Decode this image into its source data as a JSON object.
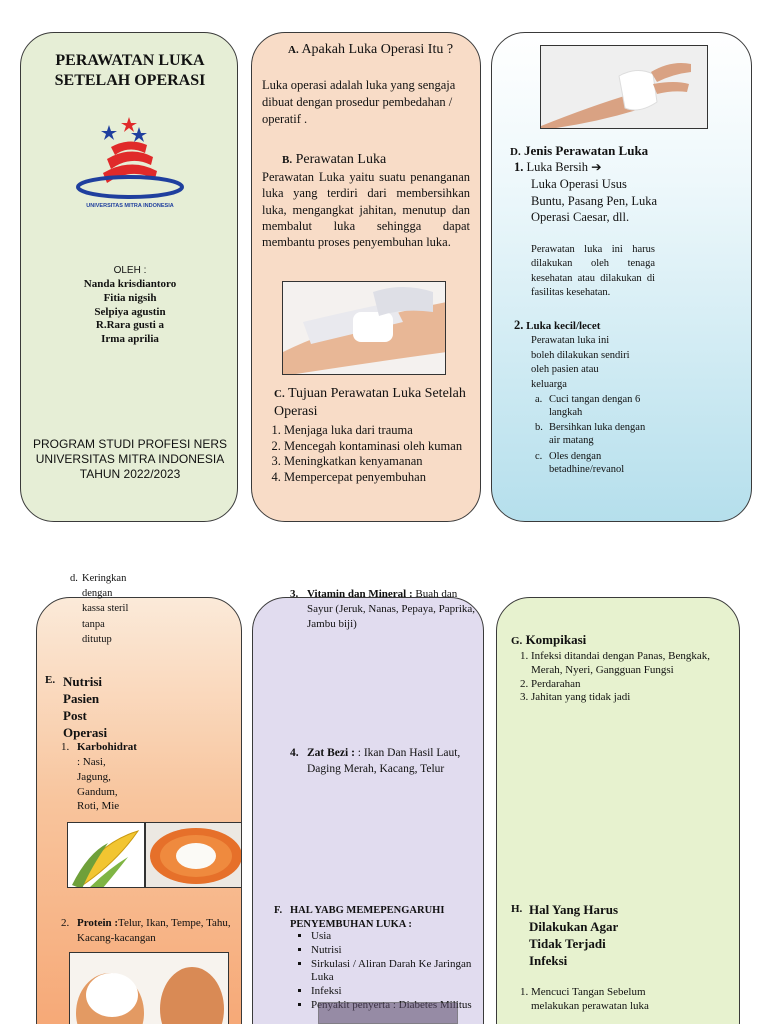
{
  "cover": {
    "title": "PERAWATAN LUKA SETELAH OPERASI",
    "logo_caption": "UNIVERSITAS MITRA INDONESIA",
    "by_label": "OLEH :",
    "authors": [
      "Nanda krisdiantoro",
      "Fitia nigsih",
      "Selpiya agustin",
      "R.Rara gusti a",
      "Irma aprilia"
    ],
    "program": "PROGRAM STUDI PROFESI NERS",
    "university": "UNIVERSITAS MITRA INDONESIA",
    "year": "TAHUN 2022/2023"
  },
  "panel2": {
    "a_letter": "A.",
    "a_title": "Apakah Luka Operasi Itu ?",
    "a_text": "Luka operasi adalah luka yang sengaja dibuat dengan prosedur pembedahan / operatif .",
    "b_letter": "B.",
    "b_title": "Perawatan Luka",
    "b_text": "Perawatan Luka yaitu suatu penanganan luka yang terdiri dari membersihkan luka, mengangkat jahitan, menutup dan membalut luka sehingga dapat membantu proses penyembuhan luka.",
    "c_letter": "C.",
    "c_title": "Tujuan Perawatan Luka Setelah Operasi",
    "c_items": [
      "Menjaga luka dari trauma",
      "Mencegah kontaminasi oleh kuman",
      "Meningkatkan kenyamanan",
      "Mempercepat penyembuhan"
    ]
  },
  "panel3": {
    "d_letter": "D.",
    "d_title": "Jenis Perawatan Luka",
    "item1_title": "Luka Bersih",
    "item1_arrow": "➔",
    "item1_sub": "Luka Operasi Usus Buntu, Pasang Pen, Luka Operasi Caesar, dll.",
    "item1_desc": "Perawatan luka ini harus dilakukan oleh tenaga kesehatan atau dilakukan di fasilitas kesehatan.",
    "item2_title": "Luka kecil/lecet",
    "item2_desc": "Perawatan luka ini boleh dilakukan sendiri oleh pasien atau keluarga",
    "steps": [
      {
        "letter": "a.",
        "text": "Cuci tangan dengan 6 langkah"
      },
      {
        "letter": "b.",
        "text": "Bersihkan luka dengan air matang"
      },
      {
        "letter": "c.",
        "text": "Oles dengan betadhine/revanol"
      }
    ]
  },
  "panel4": {
    "d_step_letter": "d.",
    "d_step_text": "Keringkan dengan kassa steril tanpa ditutup",
    "e_letter": "E.",
    "e_title": "Nutrisi Pasien Post Operasi",
    "carb_num": "1.",
    "carb_title": "Karbohidrat",
    "carb_text": ": Nasi, Jagung, Gandum, Roti, Mie",
    "protein_num": "2.",
    "protein_title": "Protein :",
    "protein_text": "Telur, Ikan, Tempe, Tahu, Kacang-kacangan"
  },
  "panel5": {
    "vit_num": "3.",
    "vit_title": "Vitamin dan Mineral :",
    "vit_text": "Buah dan Sayur (Jeruk, Nanas, Pepaya, Paprika, Jambu biji)",
    "iron_num": "4.",
    "iron_title": "Zat Bezi :",
    "iron_text": ": Ikan Dan Hasil Laut, Daging Merah, Kacang, Telur",
    "f_letter": "F.",
    "f_title": "HAL YABG MEMEPENGARUHI PENYEMBUHAN LUKA :",
    "f_items": [
      "Usia",
      "Nutrisi",
      "Sirkulasi / Aliran Darah Ke Jaringan Luka",
      "Infeksi",
      "Penyakit penyerta : Diabetes Militus"
    ]
  },
  "panel6": {
    "g_letter": "G.",
    "g_title": "Kompikasi",
    "g_items": [
      "Infeksi ditandai dengan Panas, Bengkak, Merah, Nyeri, Gangguan Fungsi",
      "Perdarahan",
      "Jahitan yang tidak jadi"
    ],
    "h_letter": "H.",
    "h_title": "Hal Yang Harus Dilakukan Agar Tidak Terjadi Infeksi",
    "h_items": [
      "Mencuci Tangan Sebelum melakukan perawatan luka"
    ]
  },
  "colors": {
    "panel1": "#e6eed6",
    "panel2": "#f8dcc7",
    "panel3_top": "#ffffff",
    "panel3_bottom": "#b5dfec",
    "panel4_top": "#fbead9",
    "panel4_bottom": "#f6a572",
    "panel5": "#e1dcef",
    "panel6": "#e7f2cf",
    "logo_red": "#e02a2a",
    "logo_blue": "#1f3f9e"
  },
  "icons": [
    "bandaged-hand-photo",
    "bandaging-arm-photo",
    "corn-photo",
    "rice-plate-photo",
    "eggs-photo",
    "university-logo-icon"
  ]
}
